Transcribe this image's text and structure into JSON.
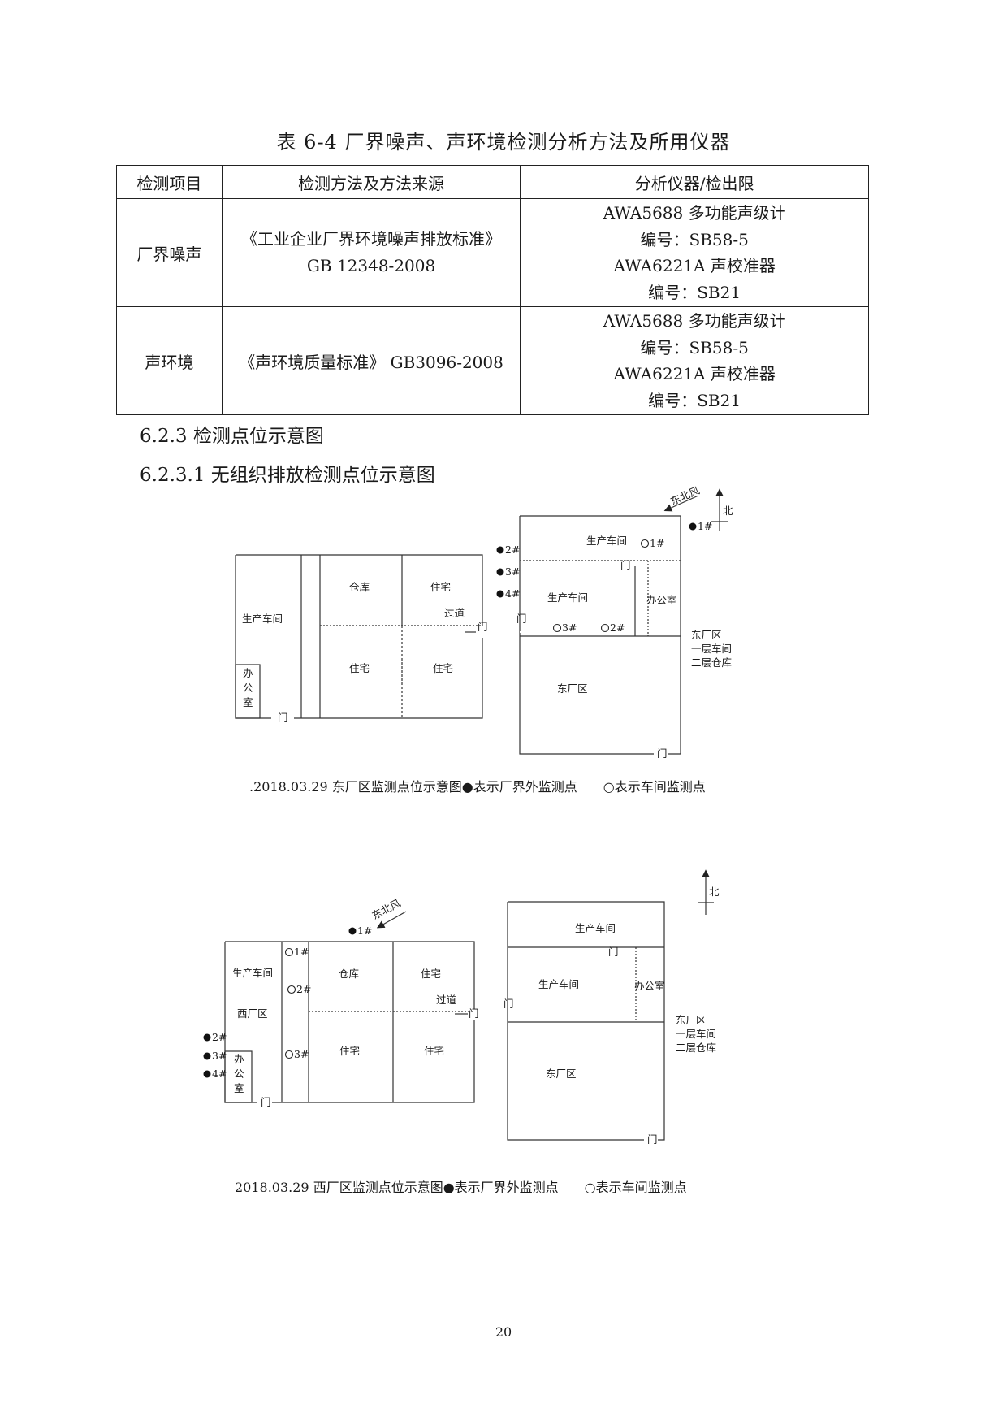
{
  "title": "表 6-4  厂界噪声、声环境检测分析方法及所用仪器",
  "table": {
    "headers": [
      "检测项目",
      "检测方法及方法来源",
      "分析仪器/检出限"
    ],
    "rows": [
      {
        "item": "厂界噪声",
        "method": [
          "《工业企业厂界环境噪声排放标准》",
          "GB 12348-2008"
        ],
        "instruments": [
          "AWA5688 多功能声级计",
          "编号：SB58-5",
          "AWA6221A 声校准器",
          "编号：SB21"
        ]
      },
      {
        "item": "声环境",
        "method": [
          "《声环境质量标准》  GB3096-2008"
        ],
        "instruments": [
          "AWA5688 多功能声级计",
          "编号：SB58-5",
          "AWA6221A 声校准器",
          "编号：SB21"
        ]
      }
    ]
  },
  "section_623": "6.2.3  检测点位示意图",
  "section_6231": "6.2.3.1 无组织排放检测点位示意图",
  "diagram1": {
    "caption": ".2018.03.29 东厂区监测点位示意图●表示厂界外监测点　　○表示车间监测点",
    "wind": "东北风",
    "north": "北",
    "rooms": {
      "prod": "生产车间",
      "office": [
        "办",
        "公",
        "室"
      ],
      "warehouse": "仓库",
      "house1": "住宅",
      "house2": "住宅",
      "house3": "住宅",
      "passage": "过道",
      "door_a": "门",
      "door_b": "门",
      "east_prod_top": "生产车间",
      "east_prod": "生产车间",
      "east_office": "办公室",
      "east_door_top": "门",
      "east_door_left": "门",
      "east_door_bottom": "门",
      "east_area": "东厂区",
      "legend": [
        "东厂区",
        "一层车间",
        "二层仓库"
      ]
    },
    "points": {
      "p1": "1#",
      "p2": "2#",
      "p3": "3#",
      "p4": "4#",
      "w1": "1#",
      "w2": "2#",
      "w3": "3#"
    }
  },
  "diagram2": {
    "caption": "2018.03.29 西厂区监测点位示意图●表示厂界外监测点　　○表示车间监测点",
    "wind": "东北风",
    "north": "北",
    "rooms": {
      "prod": "生产车间",
      "west_area": "西厂区",
      "office": [
        "办",
        "公",
        "室"
      ],
      "warehouse": "仓库",
      "house1": "住宅",
      "house2": "住宅",
      "house3": "住宅",
      "passage": "过道",
      "door_a": "门",
      "door_b": "门",
      "east_prod_top": "生产车间",
      "east_prod": "生产车间",
      "east_office": "办公室",
      "east_door_top": "门",
      "east_door_left": "门",
      "east_door_bottom": "门",
      "east_area": "东厂区",
      "legend": [
        "东厂区",
        "一层车间",
        "二层仓库"
      ]
    },
    "points": {
      "p1": "1#",
      "p2": "2#",
      "p3": "3#",
      "p4": "4#",
      "w1": "1#",
      "w2": "2#",
      "w3": "3#"
    }
  },
  "page_number": "20"
}
